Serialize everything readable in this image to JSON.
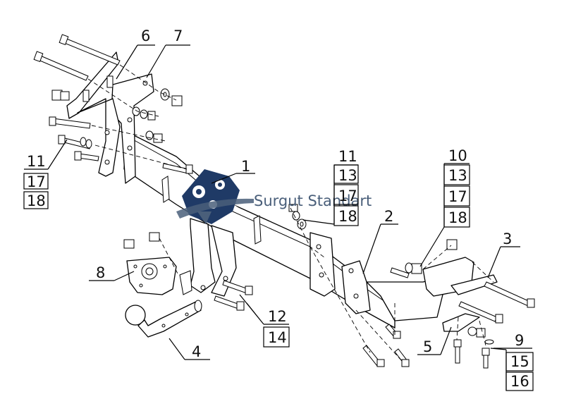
{
  "diagram": {
    "callouts": {
      "c1": "1",
      "c2": "2",
      "c3": "3",
      "c4": "4",
      "c5": "5",
      "c6": "6",
      "c7": "7",
      "c8": "8",
      "c9": "9",
      "c11a": "11",
      "c17a": "17",
      "c18a": "18",
      "c11b": "11",
      "c13b": "13",
      "c17b": "17",
      "c18b": "18",
      "c10": "10",
      "c13c": "13",
      "c17c": "17",
      "c18c": "18",
      "c12": "12",
      "c14": "14",
      "c15": "15",
      "c16": "16"
    }
  },
  "watermark": {
    "brand": "Surgut Standart",
    "colors": {
      "navy": "#1f3a66",
      "gray": "#4a5f7a",
      "white": "#ffffff"
    }
  }
}
